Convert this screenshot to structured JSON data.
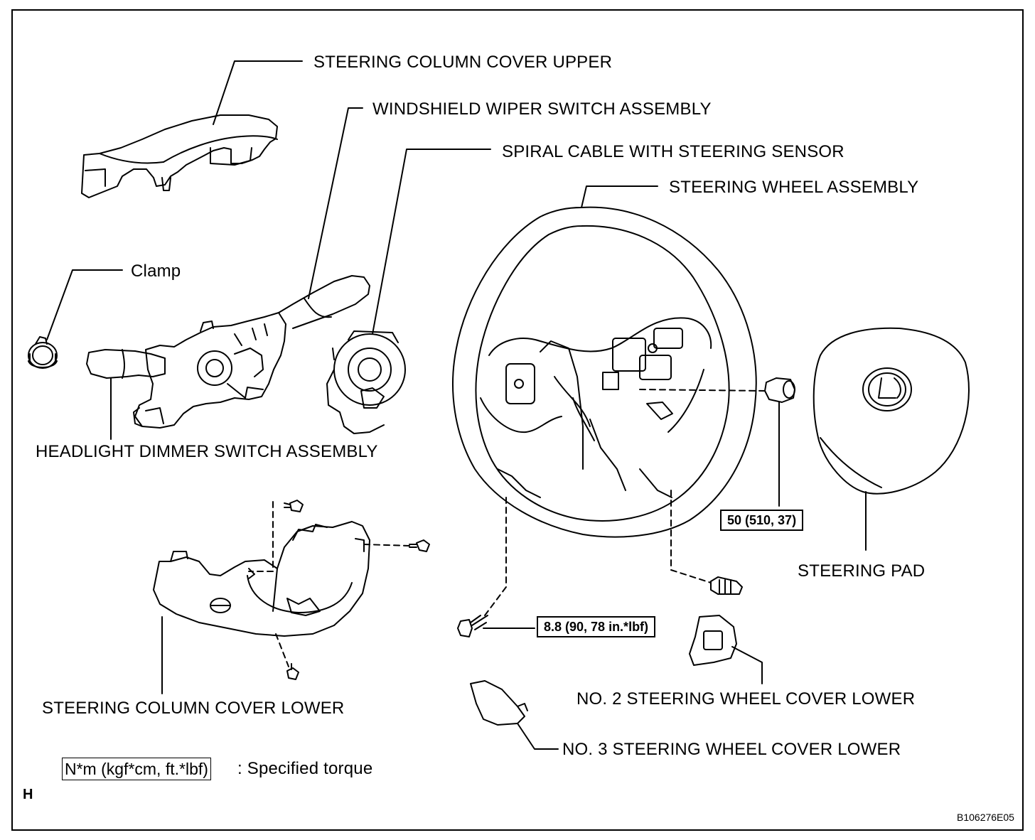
{
  "labels": {
    "column_cover_upper": "STEERING COLUMN COVER UPPER",
    "wiper_switch": "WINDSHIELD WIPER SWITCH ASSEMBLY",
    "spiral_cable": "SPIRAL CABLE WITH STEERING SENSOR",
    "wheel_assembly": "STEERING WHEEL ASSEMBLY",
    "clamp": "Clamp",
    "headlight_switch": "HEADLIGHT DIMMER SWITCH ASSEMBLY",
    "steering_pad": "STEERING PAD",
    "column_cover_lower": "STEERING COLUMN COVER LOWER",
    "no2_cover": "NO. 2 STEERING WHEEL COVER LOWER",
    "no3_cover": "NO. 3 STEERING WHEEL COVER LOWER"
  },
  "torques": {
    "nut": "50 (510, 37)",
    "screw": "8.8 (90, 78 in.*lbf)"
  },
  "legend": {
    "box_text": "N*m (kgf*cm, ft.*lbf)",
    "description": ": Specified torque"
  },
  "corner_letter": "H",
  "figure_code": "B106276E05"
}
